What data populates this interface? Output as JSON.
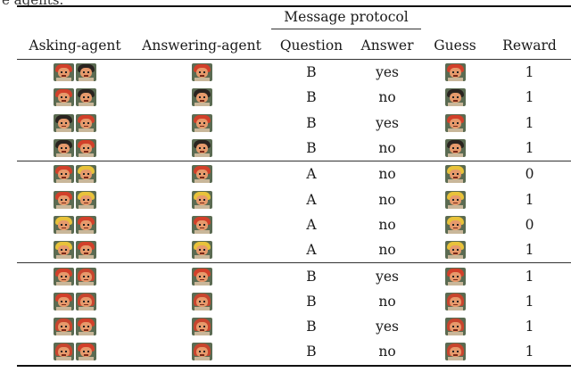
{
  "clipped_caption": "e agents.",
  "header": {
    "group_label": "Message protocol",
    "columns": [
      "Asking-agent",
      "Answering-agent",
      "Question",
      "Answer",
      "Guess",
      "Reward"
    ]
  },
  "face_palette": {
    "red": "#d2402a",
    "black": "#2a2420",
    "yellow": "#e8c23a",
    "redmop": "#c8452e",
    "background": "#5b6b52"
  },
  "sections": [
    {
      "rows": [
        {
          "asking": [
            "red",
            "black"
          ],
          "answering": "red",
          "question": "B",
          "answer": "yes",
          "guess": "red",
          "reward": "1"
        },
        {
          "asking": [
            "red",
            "black"
          ],
          "answering": "black",
          "question": "B",
          "answer": "no",
          "guess": "black",
          "reward": "1"
        },
        {
          "asking": [
            "black",
            "red"
          ],
          "answering": "red",
          "question": "B",
          "answer": "yes",
          "guess": "red",
          "reward": "1"
        },
        {
          "asking": [
            "black",
            "red"
          ],
          "answering": "black",
          "question": "B",
          "answer": "no",
          "guess": "black",
          "reward": "1"
        }
      ]
    },
    {
      "rows": [
        {
          "asking": [
            "red",
            "yellow"
          ],
          "answering": "red",
          "question": "A",
          "answer": "no",
          "guess": "yellow",
          "reward": "0"
        },
        {
          "asking": [
            "red",
            "yellow"
          ],
          "answering": "yellow",
          "question": "A",
          "answer": "no",
          "guess": "yellow",
          "reward": "1"
        },
        {
          "asking": [
            "yellow",
            "red"
          ],
          "answering": "red",
          "question": "A",
          "answer": "no",
          "guess": "yellow",
          "reward": "0"
        },
        {
          "asking": [
            "yellow",
            "red"
          ],
          "answering": "yellow",
          "question": "A",
          "answer": "no",
          "guess": "yellow",
          "reward": "1"
        }
      ]
    },
    {
      "rows": [
        {
          "asking": [
            "red",
            "redmop"
          ],
          "answering": "red",
          "question": "B",
          "answer": "yes",
          "guess": "red",
          "reward": "1"
        },
        {
          "asking": [
            "red",
            "redmop"
          ],
          "answering": "redmop",
          "question": "B",
          "answer": "no",
          "guess": "redmop",
          "reward": "1"
        },
        {
          "asking": [
            "redmop",
            "red"
          ],
          "answering": "redmop",
          "question": "B",
          "answer": "yes",
          "guess": "redmop",
          "reward": "1"
        },
        {
          "asking": [
            "redmop",
            "red"
          ],
          "answering": "redmop",
          "question": "B",
          "answer": "no",
          "guess": "redmop",
          "reward": "1"
        }
      ]
    }
  ]
}
